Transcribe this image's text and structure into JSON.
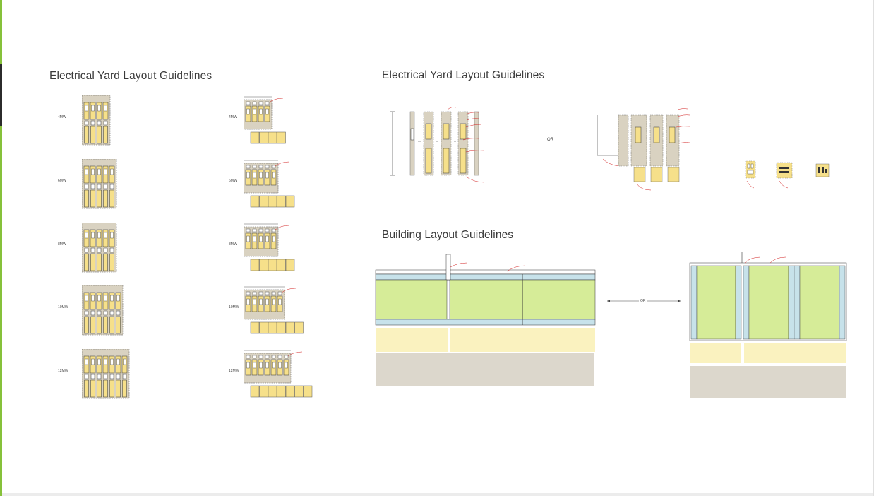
{
  "sections": {
    "yard_left_title": "Electrical Yard Layout Guidelines",
    "yard_right_title": "Electrical Yard Layout Guidelines",
    "building_title": "Building Layout Guidelines"
  },
  "yard_options": [
    {
      "label": "4MW",
      "detailed_label": "4MW",
      "gens": 4
    },
    {
      "label": "6MW",
      "detailed_label": "6MW",
      "gens": 5
    },
    {
      "label": "8MW",
      "detailed_label": "8MW",
      "gens": 5
    },
    {
      "label": "10MW",
      "detailed_label": "10MW",
      "gens": 6
    },
    {
      "label": "12MW",
      "detailed_label": "12MW",
      "gens": 7
    }
  ],
  "yard_detail": {
    "or_label": "OR"
  },
  "building": {
    "or_label": "OR"
  },
  "colors": {
    "accent_green": "#86c13a",
    "yard_fill": "#d9d2c1",
    "equipment_yellow": "#f6e08a",
    "hall_green": "#d6ec98",
    "corridor_blue": "#c7e2ea",
    "support_yellow": "#faf2bf",
    "annotation_red": "#d21e1e"
  }
}
